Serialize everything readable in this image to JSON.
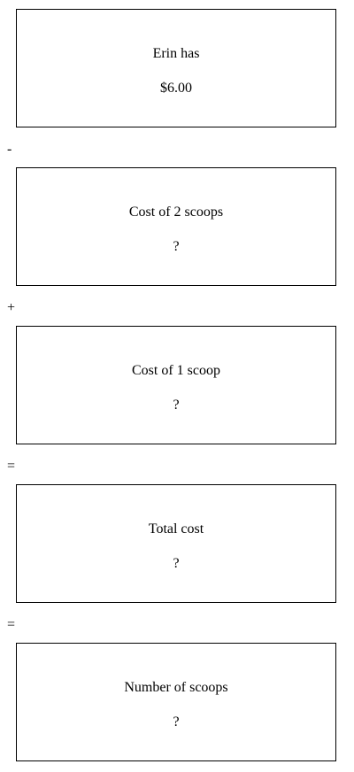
{
  "boxes": [
    {
      "label": "Erin has",
      "value": "$6.00"
    },
    {
      "label": "Cost of 2 scoops",
      "value": "?"
    },
    {
      "label": "Cost of 1 scoop",
      "value": "?"
    },
    {
      "label": "Total cost",
      "value": "?"
    },
    {
      "label": "Number of scoops",
      "value": "?"
    }
  ],
  "operators": [
    "-",
    "+",
    "=",
    "="
  ]
}
